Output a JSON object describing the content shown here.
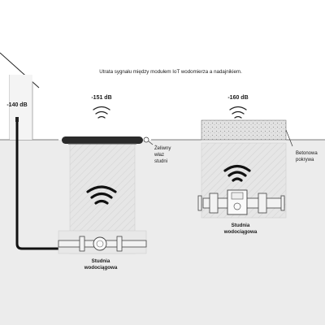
{
  "caption": "Utrata sygnału między modułem IoT wodomierza a nadajnikiem.",
  "left_antenna": {
    "signal": "-140 dB"
  },
  "middle_well": {
    "signal": "-151 dB",
    "cover_label_line1": "Żeliwny",
    "cover_label_line2": "właz",
    "cover_label_line3": "studni",
    "name_line1": "Studnia",
    "name_line2": "wodociągowa"
  },
  "right_well": {
    "signal": "-160 dB",
    "cover_label_line1": "Betonowa",
    "cover_label_line2": "pokrywa",
    "name_line1": "Studnia",
    "name_line2": "wodociągowa"
  },
  "colors": {
    "ground": "#ececec",
    "well_fill": "#e4e4e4",
    "hatch": "#d2d2d2",
    "outline": "#222222",
    "concrete": "#dedede"
  },
  "icons": [
    "wifi-icon",
    "water-meter-icon",
    "pipe-icon",
    "antenna-icon",
    "house-icon"
  ]
}
